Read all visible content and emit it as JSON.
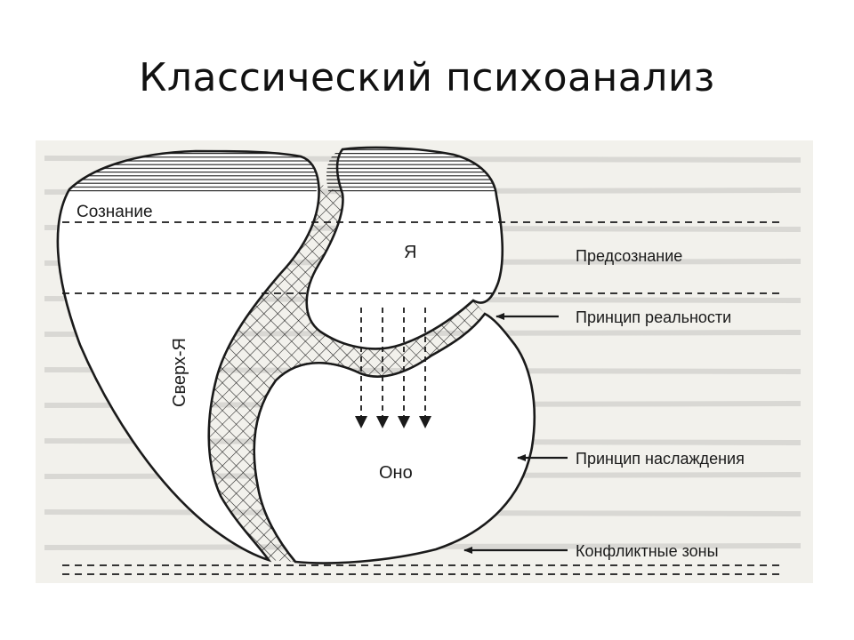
{
  "slide": {
    "title": "Классический психоанализ"
  },
  "diagram": {
    "labels": {
      "conscious": "Сознание",
      "preconscious": "Предсознание",
      "ego": "Я",
      "superego": "Сверх-Я",
      "id": "Оно",
      "reality_principle": "Принцип реальности",
      "pleasure_principle": "Принцип наслаждения",
      "conflict_zones": "Конфликтные зоны"
    },
    "colors": {
      "background": "#ffffff",
      "scan_paper": "#f2f1ec",
      "ink": "#1a1a1a"
    }
  }
}
